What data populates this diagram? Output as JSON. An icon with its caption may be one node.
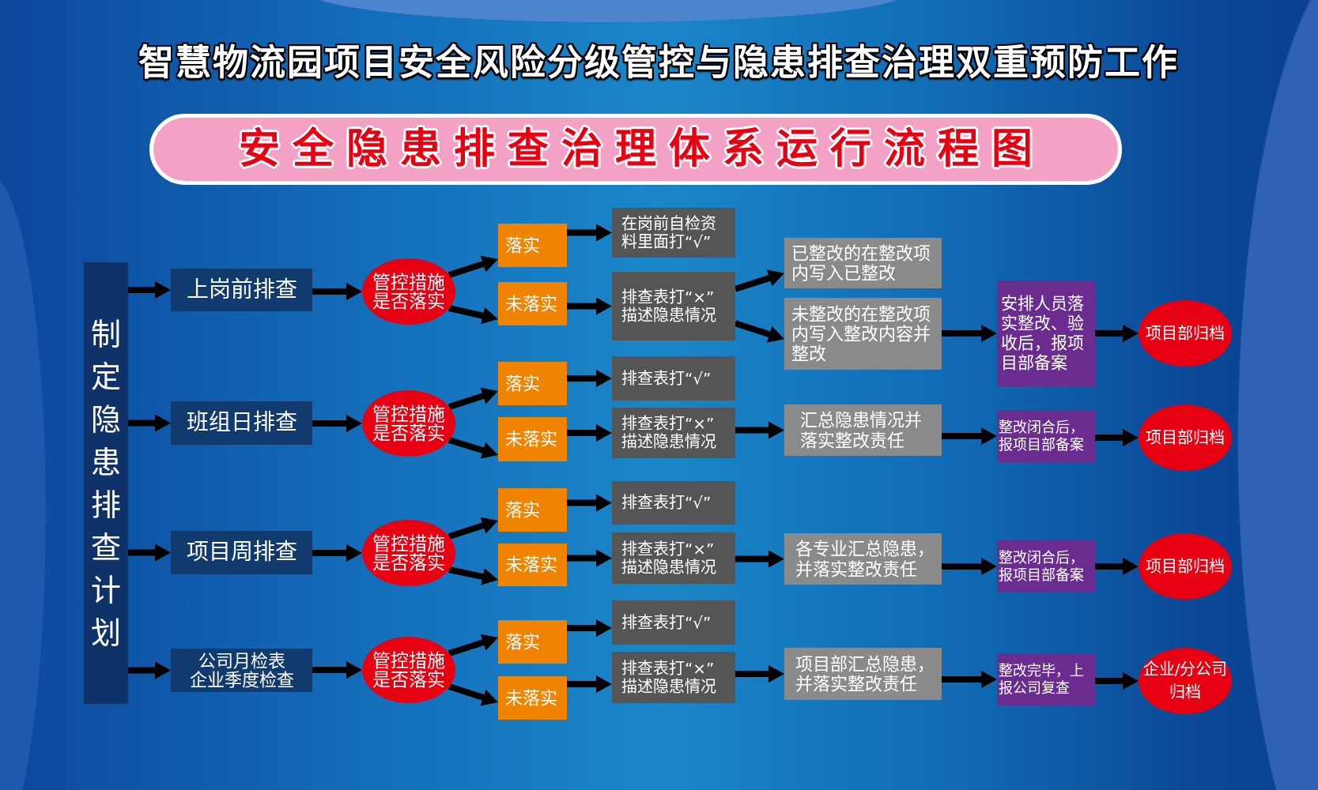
{
  "diagram": {
    "title": "智慧物流园项目安全风险分级管控与隐患排查治理双重预防工作",
    "nodes": [
      {
        "text": [
          "安全隐患排查治理体系运行流程图"
        ]
      },
      {
        "text": [
          "制定隐患排查计划"
        ]
      },
      {
        "text": [
          "上岗前排查"
        ]
      },
      {
        "text": [
          "管控措施是否落实"
        ]
      },
      {
        "text": [
          "落实"
        ]
      },
      {
        "text": [
          "未落实"
        ]
      },
      {
        "text": [
          "在岗前自检资料里面打“√”"
        ]
      },
      {
        "text": [
          "排查表打“×”描述隐患情况"
        ]
      },
      {
        "text": [
          "已整改的在整改项内写入已整改"
        ]
      },
      {
        "text": [
          "未整改的在整改项内写入整改内容并整改"
        ]
      },
      {
        "text": [
          "安排人员落实整改、验收后，报项目部备案"
        ]
      },
      {
        "text": [
          "项目部归档"
        ]
      },
      {
        "text": [
          "班组日排查"
        ]
      },
      {
        "text": [
          "管控措施是否落实"
        ]
      },
      {
        "text": [
          "落实"
        ]
      },
      {
        "text": [
          "未落实"
        ]
      },
      {
        "text": [
          "排查表打“√”"
        ]
      },
      {
        "text": [
          "排查表打“×”描述隐患情况"
        ]
      },
      {
        "text": [
          "汇总隐患情况并落实整改责任"
        ]
      },
      {
        "text": [
          "整改闭合后，报项目部备案"
        ]
      },
      {
        "text": [
          "项目部归档"
        ]
      },
      {
        "text": [
          "项目周排查"
        ]
      },
      {
        "text": [
          "管控措施是否落实"
        ]
      },
      {
        "text": [
          "落实"
        ]
      },
      {
        "text": [
          "未落实"
        ]
      },
      {
        "text": [
          "排查表打“√”"
        ]
      },
      {
        "text": [
          "排查表打“×”描述隐患情况"
        ]
      },
      {
        "text": [
          "各专业汇总隐患，并落实整改责任"
        ]
      },
      {
        "text": [
          "整改闭合后，报项目部备案"
        ]
      },
      {
        "text": [
          "项目部归档"
        ]
      },
      {
        "text": [
          "公司月检表",
          "企业季度检查"
        ]
      },
      {
        "text": [
          "管控措施是否落实"
        ]
      },
      {
        "text": [
          "落实"
        ]
      },
      {
        "text": [
          "未落实"
        ]
      },
      {
        "text": [
          "排查表打“√”"
        ]
      },
      {
        "text": [
          "排查表打“×”描述隐患情况"
        ]
      },
      {
        "text": [
          "项目部汇总隐患，并落实整改责任"
        ]
      },
      {
        "text": [
          "整改完毕，上报公司复查"
        ]
      },
      {
        "text": [
          "企业/分公司归档"
        ]
      }
    ],
    "edges": [
      {
        "from": 1,
        "to": 2,
        "arrow": "to"
      },
      {
        "from": 2,
        "to": 3,
        "arrow": "to"
      },
      {
        "from": 3,
        "to": 4,
        "arrow": "to"
      },
      {
        "from": 3,
        "to": 5,
        "arrow": "to"
      },
      {
        "from": 4,
        "to": 6,
        "arrow": "to"
      },
      {
        "from": 5,
        "to": 7,
        "arrow": "to"
      },
      {
        "from": 7,
        "to": 8,
        "arrow": "to"
      },
      {
        "from": 7,
        "to": 9,
        "arrow": "to"
      },
      {
        "from": 9,
        "to": 10,
        "arrow": "to"
      },
      {
        "from": 10,
        "to": 11,
        "arrow": "to"
      },
      {
        "from": 1,
        "to": 12,
        "arrow": "to"
      },
      {
        "from": 12,
        "to": 13,
        "arrow": "to"
      },
      {
        "from": 13,
        "to": 14,
        "arrow": "to"
      },
      {
        "from": 13,
        "to": 15,
        "arrow": "to"
      },
      {
        "from": 14,
        "to": 16,
        "arrow": "to"
      },
      {
        "from": 15,
        "to": 17,
        "arrow": "to"
      },
      {
        "from": 17,
        "to": 18,
        "arrow": "to"
      },
      {
        "from": 18,
        "to": 19,
        "arrow": "to"
      },
      {
        "from": 19,
        "to": 20,
        "arrow": "to"
      },
      {
        "from": 1,
        "to": 21,
        "arrow": "to"
      },
      {
        "from": 21,
        "to": 22,
        "arrow": "to"
      },
      {
        "from": 22,
        "to": 23,
        "arrow": "to"
      },
      {
        "from": 22,
        "to": 24,
        "arrow": "to"
      },
      {
        "from": 23,
        "to": 25,
        "arrow": "to"
      },
      {
        "from": 24,
        "to": 26,
        "arrow": "to"
      },
      {
        "from": 26,
        "to": 27,
        "arrow": "to"
      },
      {
        "from": 27,
        "to": 28,
        "arrow": "to"
      },
      {
        "from": 28,
        "to": 29,
        "arrow": "to"
      },
      {
        "from": 1,
        "to": 30,
        "arrow": "to"
      },
      {
        "from": 30,
        "to": 31,
        "arrow": "to"
      },
      {
        "from": 31,
        "to": 32,
        "arrow": "to"
      },
      {
        "from": 31,
        "to": 33,
        "arrow": "to"
      },
      {
        "from": 32,
        "to": 34,
        "arrow": "to"
      },
      {
        "from": 33,
        "to": 35,
        "arrow": "to"
      },
      {
        "from": 35,
        "to": 36,
        "arrow": "to"
      },
      {
        "from": 36,
        "to": 37,
        "arrow": "to"
      },
      {
        "from": 37,
        "to": 38,
        "arrow": "to"
      }
    ]
  }
}
